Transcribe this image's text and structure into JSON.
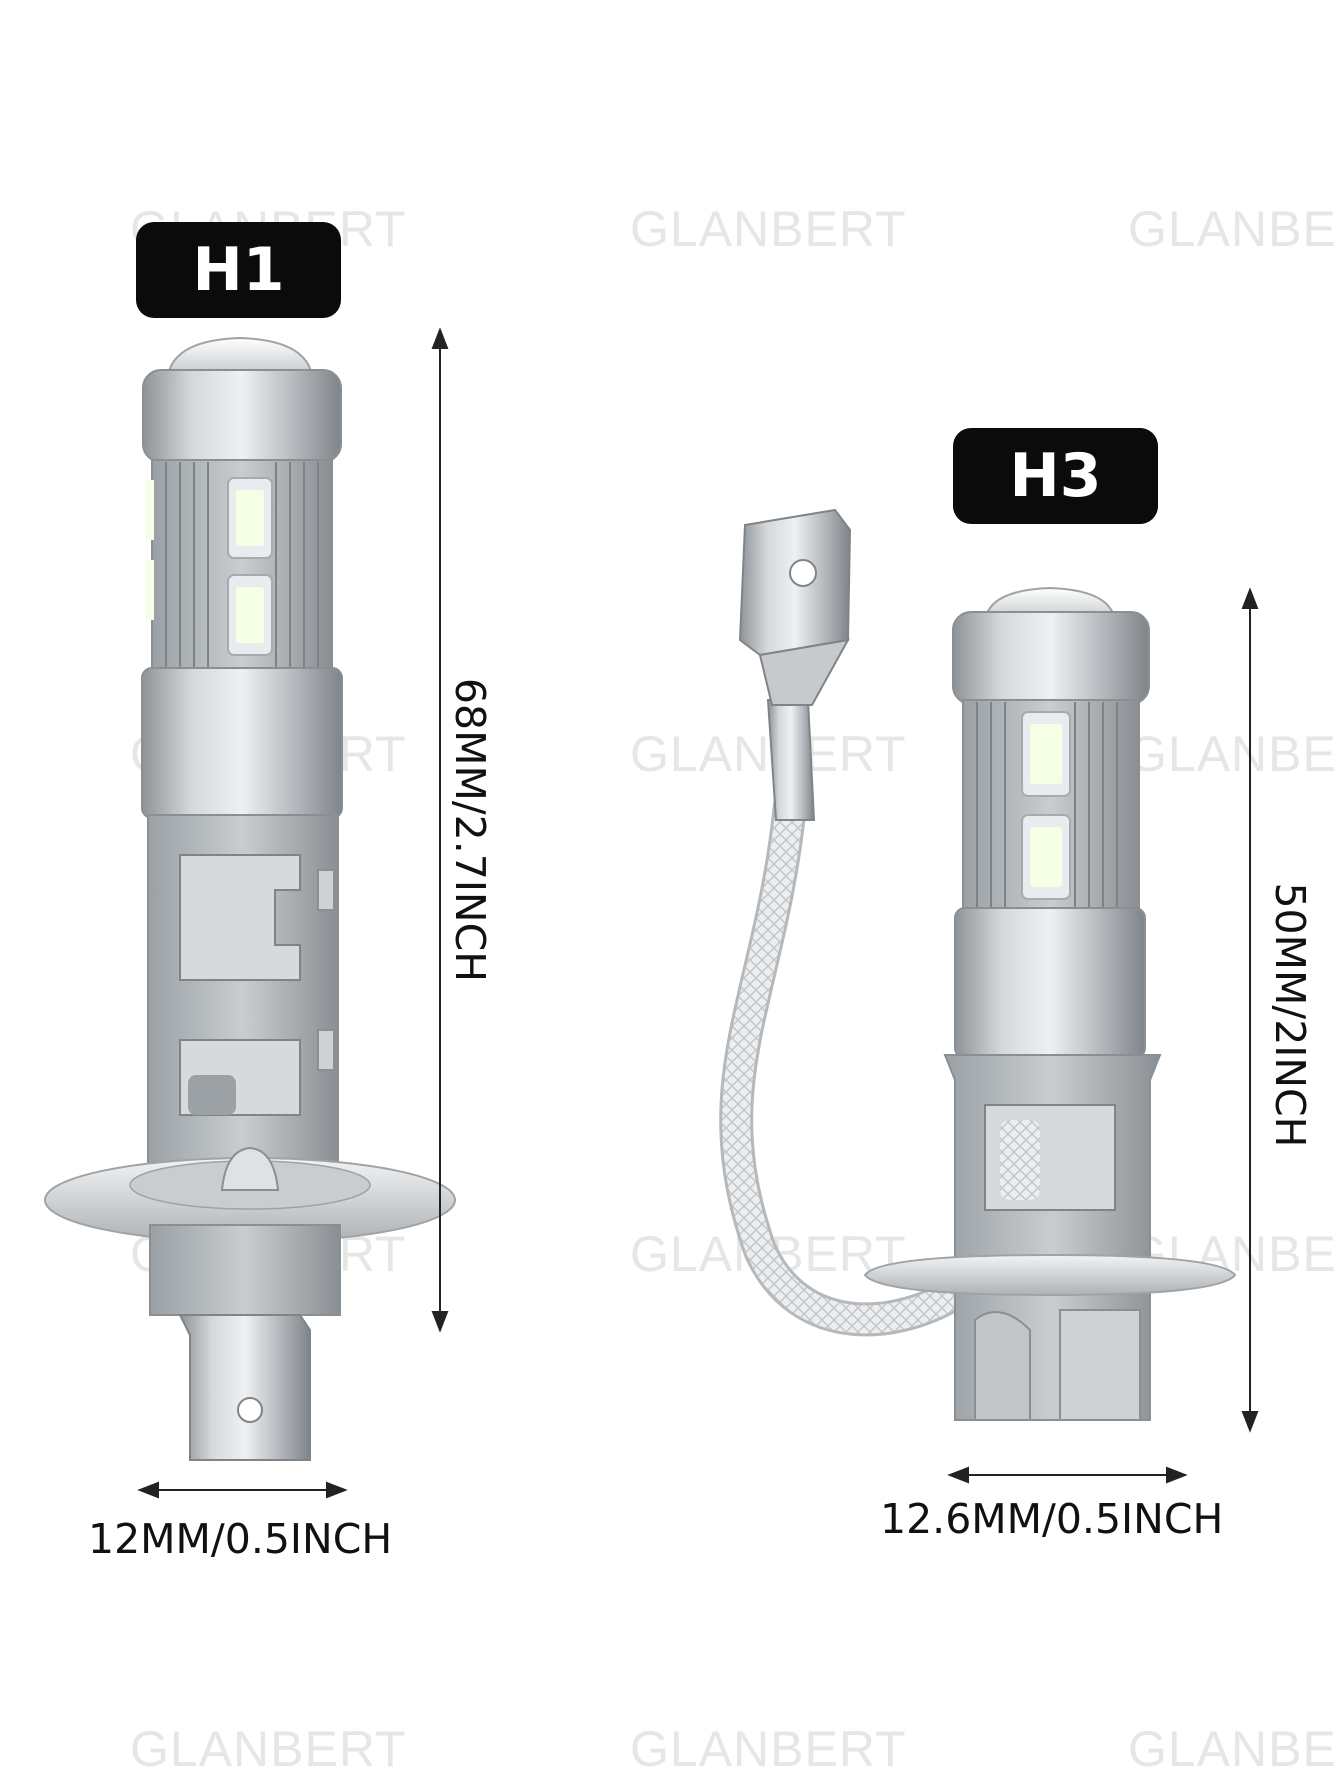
{
  "watermark": "GLANBERT",
  "bulbs": [
    {
      "badge": "H1",
      "height_label": "68MM/2.7INCH",
      "width_label": "12MM/0.5INCH"
    },
    {
      "badge": "H3",
      "height_label": "50MM/2INCH",
      "width_label": "12.6MM/0.5INCH"
    }
  ],
  "colors": {
    "badge_bg": "#0b0b0b",
    "badge_text": "#ffffff",
    "metal": "#b8bcbf",
    "led": "#f4ffe6",
    "watermark": "#e6e6e6"
  },
  "icons": [
    "h1-bulb-image",
    "h3-bulb-image",
    "dimension-arrow-icon"
  ]
}
